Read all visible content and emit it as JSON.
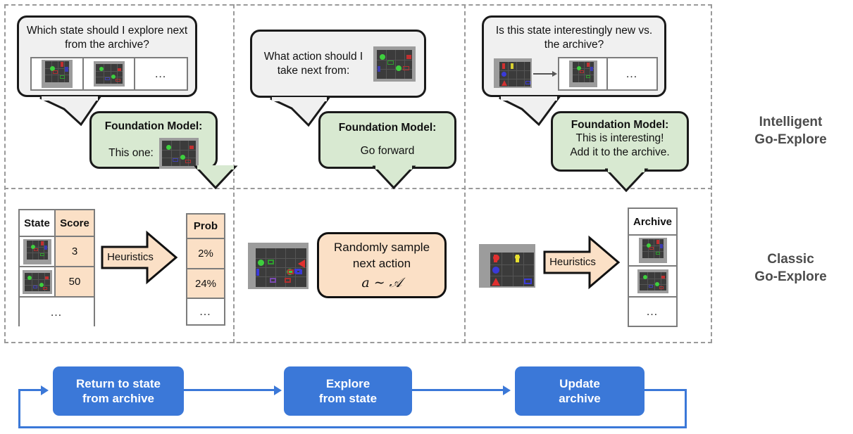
{
  "figure": {
    "section_labels": [
      {
        "line1": "Intelligent",
        "line2": "Go-Explore"
      },
      {
        "line1": "Classic",
        "line2": "Go-Explore"
      }
    ]
  },
  "intelligent": {
    "cells": [
      {
        "question": "Which state should I explore next from the archive?",
        "archive_strip": [
          "state-thumbnail-1",
          "state-thumbnail-2",
          "…"
        ],
        "answer_title": "Foundation Model:",
        "answer_lines": [
          "This one:"
        ],
        "answer_has_thumbnail": true
      },
      {
        "question": "What action should I take next from:",
        "question_has_thumbnail": true,
        "answer_title": "Foundation Model:",
        "answer_lines": [
          "Go forward"
        ],
        "answer_has_thumbnail": false
      },
      {
        "question": "Is this state interestingly new vs. the archive?",
        "archive_strip": [
          "state-thumbnail-1",
          "…"
        ],
        "answer_title": "Foundation Model:",
        "answer_lines": [
          "This is interesting!",
          "Add it to the archive."
        ],
        "answer_has_thumbnail": false
      }
    ]
  },
  "classic": {
    "state_score_table": {
      "headers": [
        "State",
        "Score"
      ],
      "rows": [
        {
          "state": "state-thumbnail-1",
          "score": "3"
        },
        {
          "state": "state-thumbnail-2",
          "score": "50"
        }
      ],
      "ellipsis": "…"
    },
    "prob_table": {
      "header": "Prob",
      "values": [
        "2%",
        "24%"
      ],
      "ellipsis": "…"
    },
    "heuristics_arrow_left_label": "Heuristics",
    "heuristics_arrow_right_label": "Heuristics",
    "explore_box": {
      "line1": "Randomly sample",
      "line2": "next action",
      "formula": "a ∼ 𝒜"
    },
    "archive_table": {
      "header": "Archive",
      "rows": [
        "state-thumbnail-1",
        "state-thumbnail-2"
      ],
      "ellipsis": "…"
    }
  },
  "loop": {
    "steps": [
      {
        "line1": "Return to state",
        "line2": "from archive"
      },
      {
        "line1": "Explore",
        "line2": "from state"
      },
      {
        "line1": "Update",
        "line2": "archive"
      }
    ]
  },
  "colors": {
    "question_bubble": "#f0f0f0",
    "answer_bubble": "#d8e9d1",
    "table_accent": "#fbe0c6",
    "flow_blue": "#3b78d8",
    "label_gray": "#4c4c4c",
    "panel_dash": "#9a9a9a"
  }
}
